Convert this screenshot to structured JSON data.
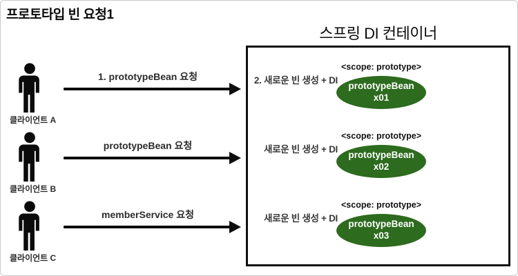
{
  "page": {
    "title": "프로토타입 빈 요청1"
  },
  "container": {
    "title": "스프링 DI 컨테이너"
  },
  "colors": {
    "bean_fill": "#2d6b1e",
    "arrow": "#0d0d0d"
  },
  "rows": [
    {
      "client_label": "클라이언트 A",
      "arrow_label": "1. prototypeBean 요청",
      "action_label": "2. 새로운 빈 생성 + DI",
      "scope_label": "<scope: prototype>",
      "bean_name": "prototypeBean",
      "bean_instance": "x01"
    },
    {
      "client_label": "클라이언트 B",
      "arrow_label": "prototypeBean 요청",
      "action_label": "새로운 빈 생성 + DI",
      "scope_label": "<scope: prototype>",
      "bean_name": "prototypeBean",
      "bean_instance": "x02"
    },
    {
      "client_label": "클라이언트 C",
      "arrow_label": "memberService 요청",
      "action_label": "새로운 빈 생성 + DI",
      "scope_label": "<scope: prototype>",
      "bean_name": "prototypeBean",
      "bean_instance": "x03"
    }
  ]
}
